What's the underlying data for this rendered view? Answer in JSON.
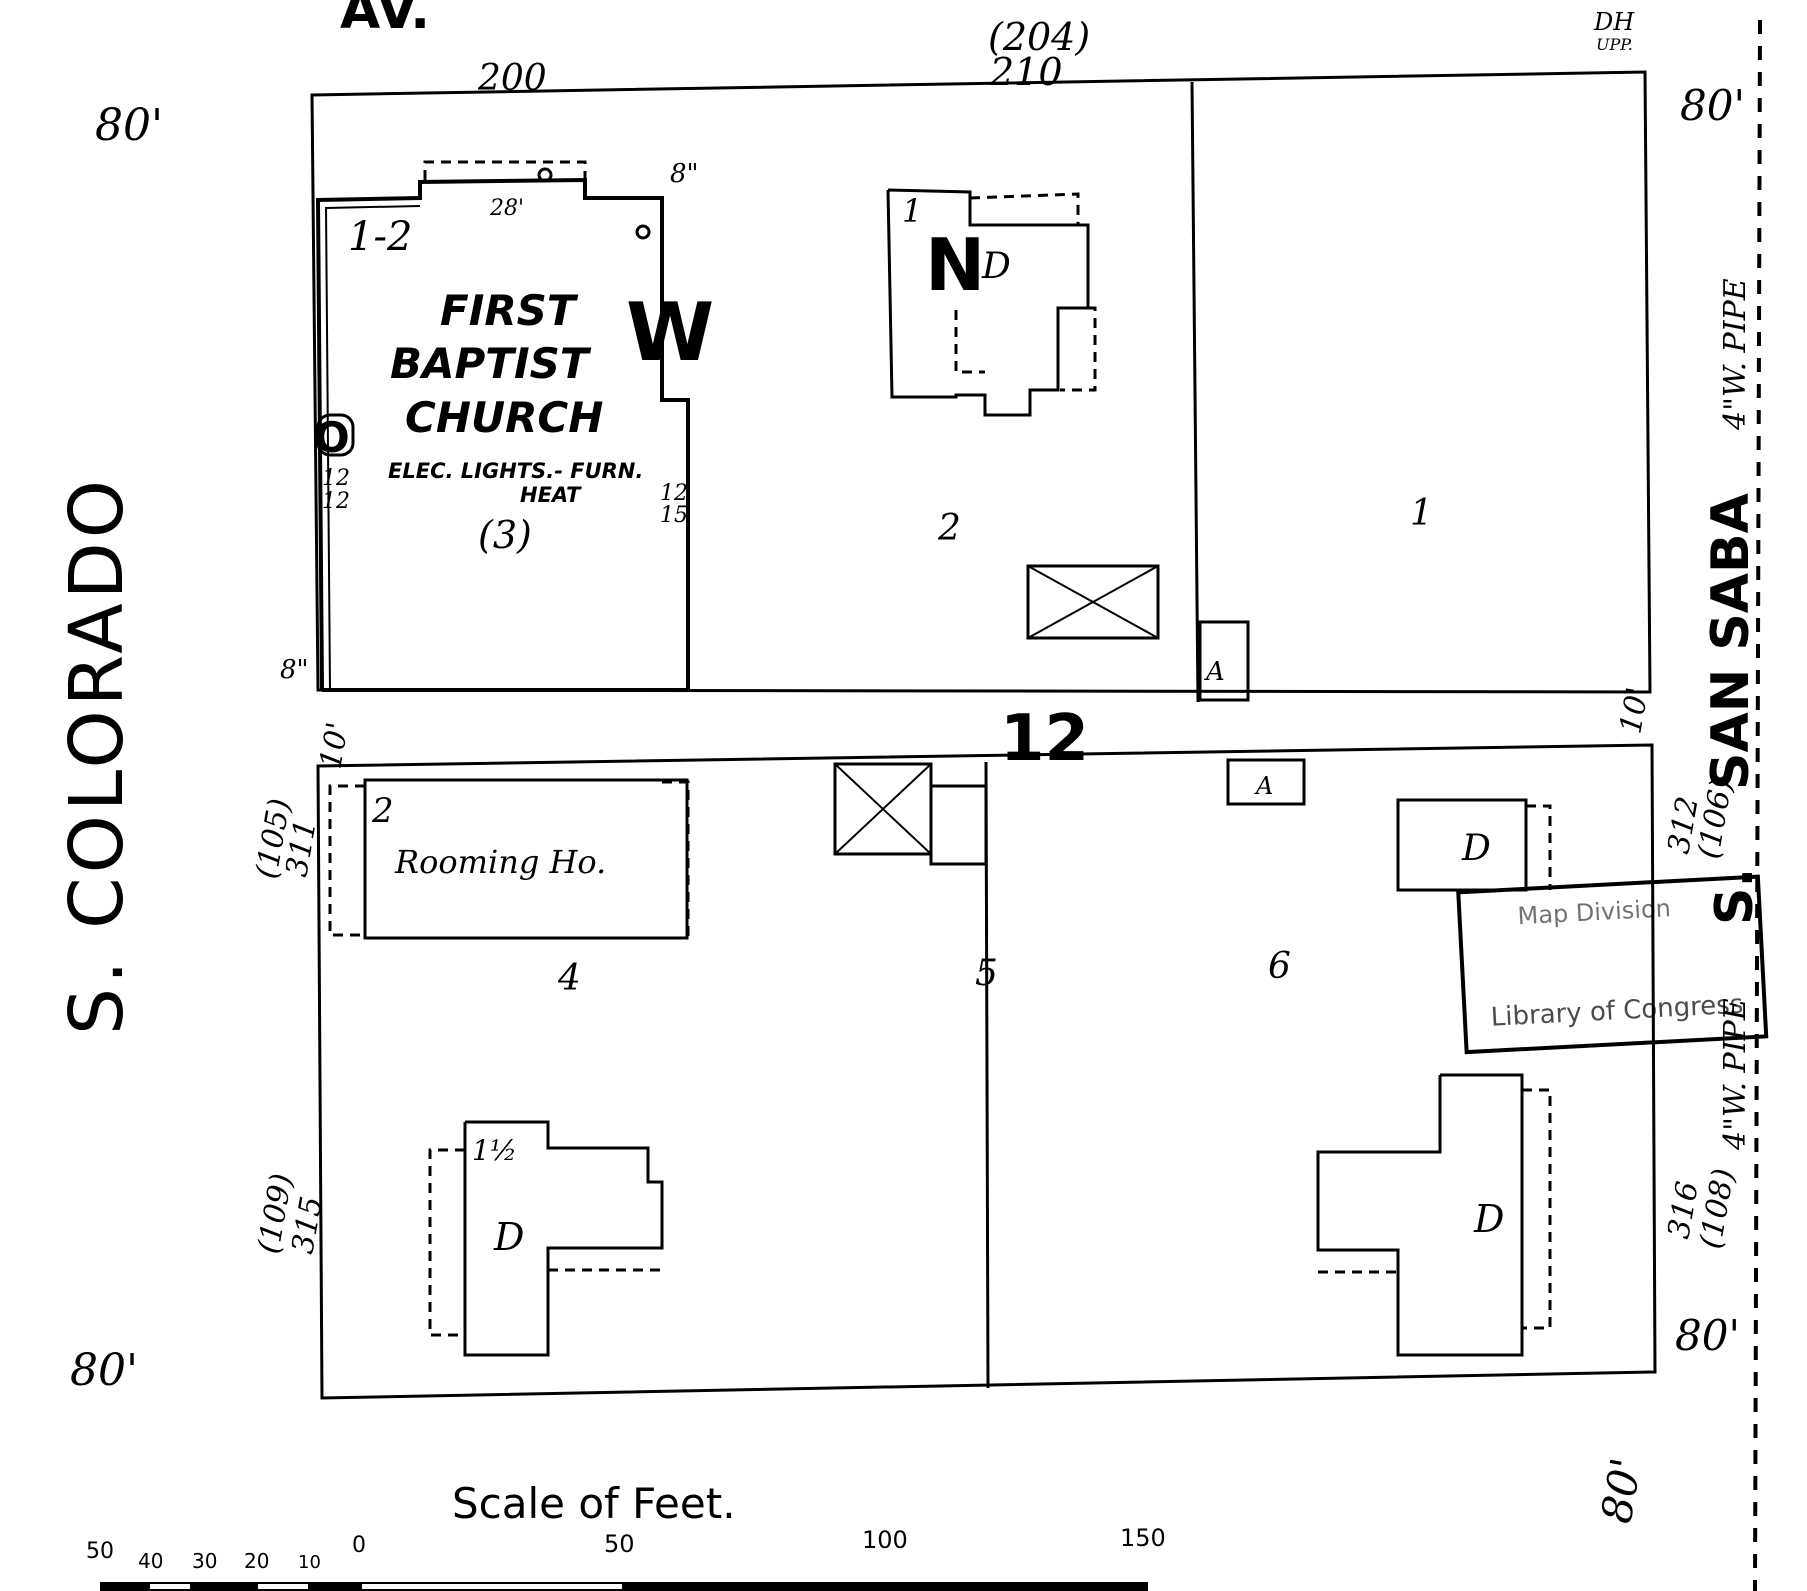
{
  "streets": {
    "top": "AV.",
    "left": "S. COLORADO",
    "right": "SAN SABA",
    "right_suffix": "S."
  },
  "widths": {
    "top_left": "80'",
    "bottom_left": "80'",
    "top_right": "80'",
    "mid_right": "80'",
    "bottom_right": "80'"
  },
  "alley_widths": {
    "left": "10'",
    "right": "10'"
  },
  "block_number": "12",
  "addresses": {
    "top_200": "200",
    "top_204": "(204)",
    "top_210": "210",
    "left_105": "(105)",
    "left_311": "311",
    "left_109": "(109)",
    "left_315": "315",
    "right_312": "312",
    "right_106": "(106)",
    "right_316": "316",
    "right_108": "(108)"
  },
  "lots": [
    "1",
    "2",
    "4",
    "5",
    "6"
  ],
  "church": {
    "name_line1": "FIRST",
    "name_line2": "BAPTIST",
    "name_line3": "CHURCH",
    "note_line1": "ELEC. LIGHTS.- FURN.",
    "note_line2": "HEAT",
    "code": "(3)",
    "stories": "1-2",
    "width_mark": "28'",
    "wall_mark": "8\"",
    "wall_mark_2": "8\"",
    "height_left": "12",
    "height_left_2": "12",
    "height_right": "12",
    "height_right_2": "15",
    "letter_n": "N",
    "letter_w": "W",
    "letter_o": "O"
  },
  "buildings": {
    "dwelling_label": "D",
    "rooming": "Rooming Ho.",
    "auto": "A",
    "stories_1": "1",
    "stories_2": "2",
    "stories_1_5": "1½"
  },
  "pipes": {
    "upper": "4\"W. PIPE",
    "lower": "4\"W. PIPE",
    "dh": "DH",
    "upp": "UPP."
  },
  "stamp": {
    "line1": "Map Division",
    "line2": "Library of Congress"
  },
  "scale": {
    "title": "Scale of Feet.",
    "ticks": [
      "50",
      "40",
      "30",
      "20",
      "10",
      "0",
      "50",
      "100",
      "150"
    ]
  }
}
